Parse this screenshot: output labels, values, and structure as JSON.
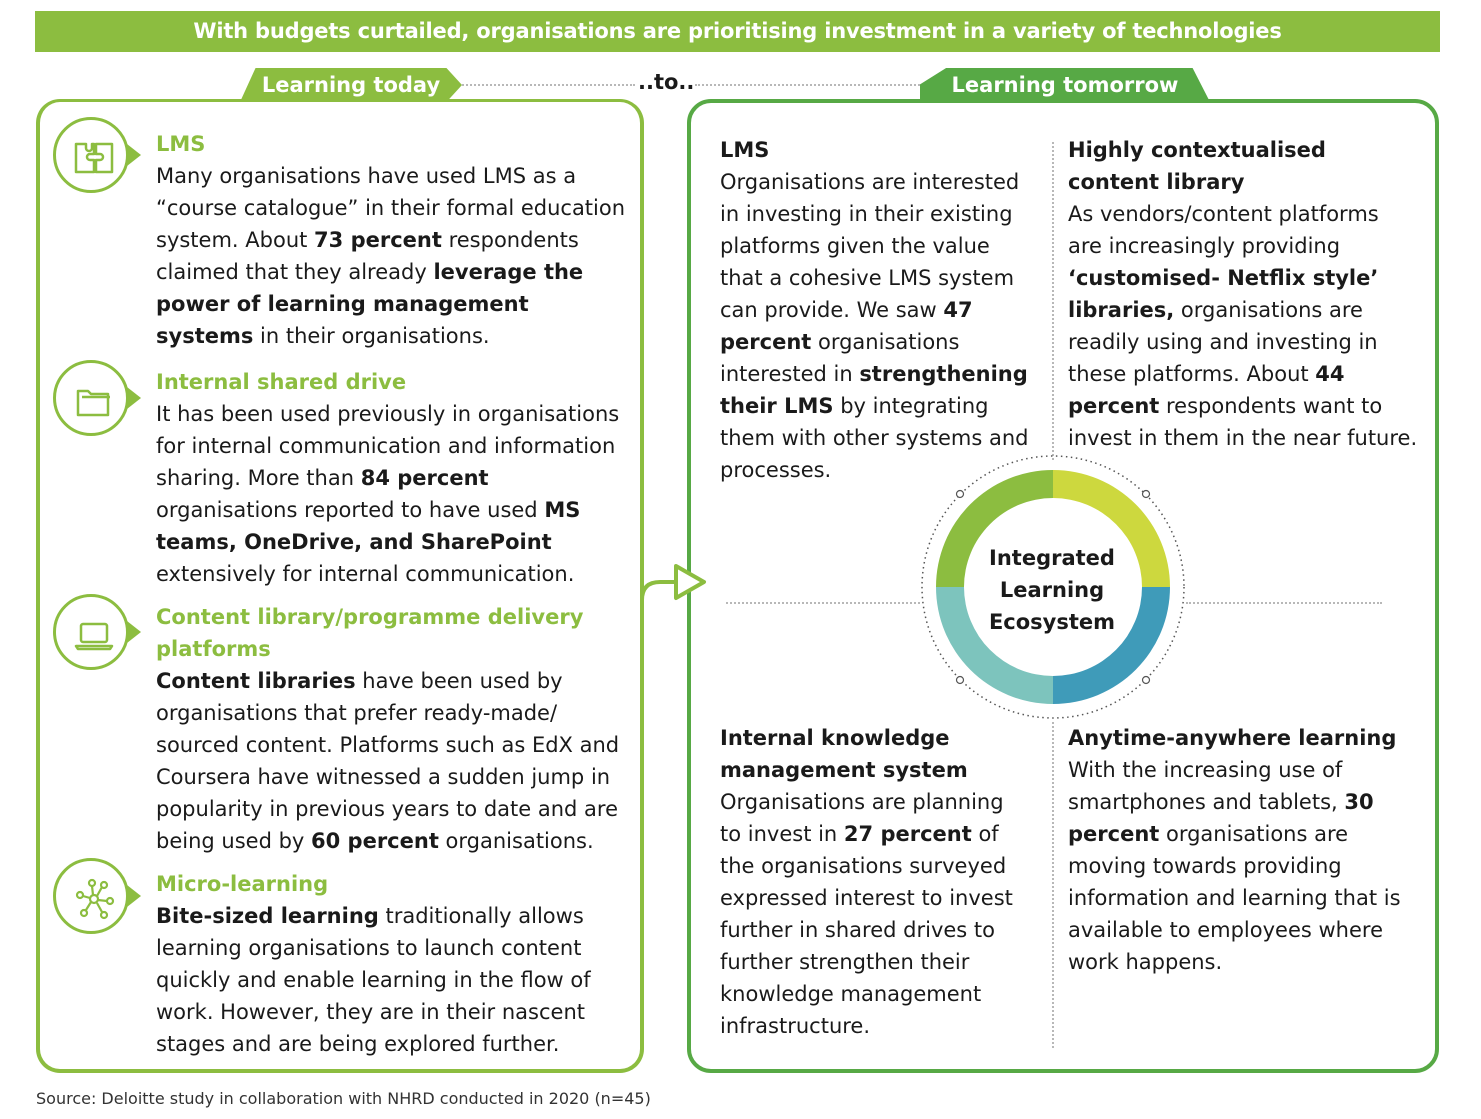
{
  "banner": "With budgets curtailed, organisations are prioritising investment in a variety of technologies",
  "tab_left": "Learning today",
  "tab_right": "Learning tomorrow",
  "connector": "..to..",
  "today": {
    "lms": {
      "title": "LMS",
      "t1": "Many organisations have used LMS as a “course catalogue” in their formal education system. About ",
      "b1": "73 percent",
      "t2": " respondents claimed that they already ",
      "b2": "leverage the power of learning management systems",
      "t3": " in their organisations."
    },
    "drive": {
      "title": "Internal shared drive",
      "t1": "It has been used previously in organisations for internal communication and information sharing. More than ",
      "b1": "84 percent",
      "t2": " organisations reported to have used ",
      "b2": "MS teams, OneDrive, and SharePoint",
      "t3": " extensively for internal communication."
    },
    "content": {
      "title": "Content library/programme delivery platforms",
      "b1": "Content libraries",
      "t1": " have been used by organisations that prefer ready-made/ sourced content. Platforms such as EdX and Coursera have witnessed a sudden jump in popularity in previous years to date and are being used by ",
      "b2": "60 percent",
      "t2": " organisations."
    },
    "micro": {
      "title": "Micro-learning",
      "b1": "Bite-sized learning",
      "t1": " traditionally allows learning organisations to launch content quickly and enable learning in the flow of work. However, they are in their nascent stages and are being explored further."
    }
  },
  "tomorrow": {
    "lms": {
      "title": "LMS",
      "t1": "Organisations are interested in investing in their existing platforms given the value that a cohesive LMS system can provide. We saw ",
      "b1": "47 percent",
      "t2": " organisations interested in ",
      "b2": "strengthening their LMS",
      "t3": " by integrating them with other systems and processes."
    },
    "library": {
      "title": "Highly contextualised content library",
      "t1": "As vendors/content platforms are increasingly providing ",
      "b1": "‘customised- Netflix style’ libraries,",
      "t2": " organisations are readily using and investing in these platforms. About ",
      "b2": "44 percent",
      "t3": " respondents want to invest in them in the near future."
    },
    "kms": {
      "title": "Internal knowledge management system",
      "t1": "Organisations are planning to invest in ",
      "b1": "27 percent",
      "t2": " of the organisations surveyed expressed interest to invest further in shared drives to further strengthen their knowledge management infrastructure."
    },
    "anytime": {
      "title": "Anytime-anywhere learning",
      "t1": "With the increasing use of smartphones and tablets, ",
      "b1": "30 percent",
      "t2": " organisations are moving towards providing information and learning that is available to employees where work happens."
    }
  },
  "center_label": "Integrated Learning Ecosystem",
  "colors": {
    "light_green": "#8cbd40",
    "green": "#57a945",
    "lime": "#cdd83e",
    "blue": "#3f9bb9",
    "teal": "#7dc4bd"
  },
  "icons": [
    "puzzle-icon",
    "folder-icon",
    "laptop-icon",
    "network-icon"
  ],
  "source": "Source: Deloitte study in collaboration with NHRD conducted in 2020 (n=45)"
}
